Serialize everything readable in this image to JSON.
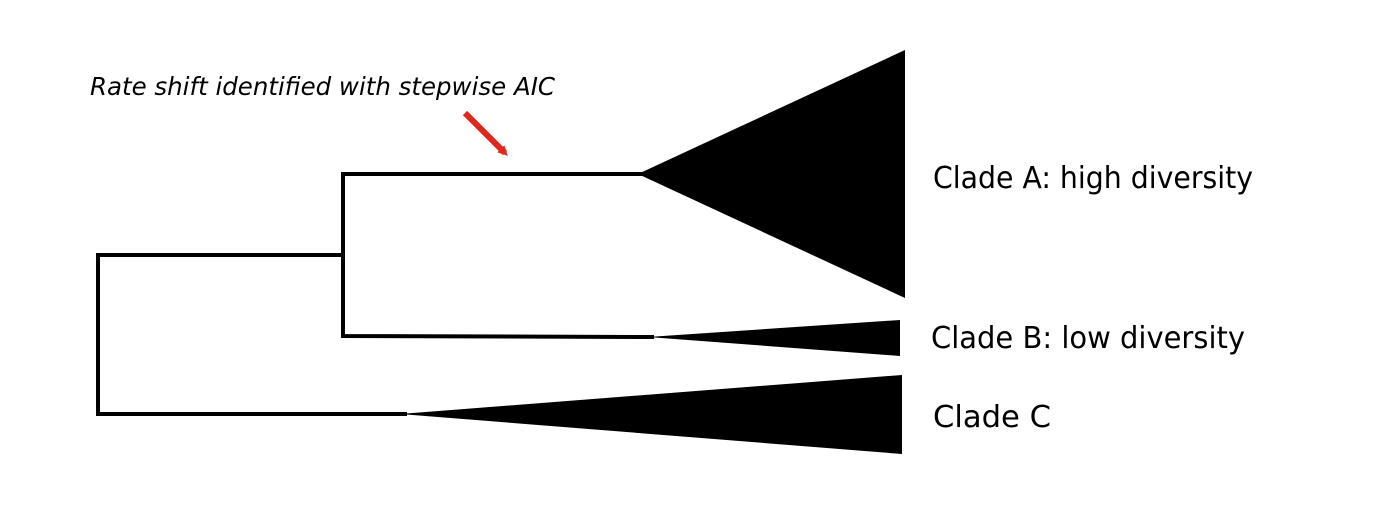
{
  "annotation": {
    "text": "Rate shift identified with stepwise AIC",
    "arrow_color": "#e0291c"
  },
  "clades": [
    {
      "id": "A",
      "label": "Clade A: high diversity"
    },
    {
      "id": "B",
      "label": "Clade B: low diversity"
    },
    {
      "id": "C",
      "label": "Clade C"
    }
  ],
  "colors": {
    "tree": "#000000",
    "background": "#ffffff"
  }
}
